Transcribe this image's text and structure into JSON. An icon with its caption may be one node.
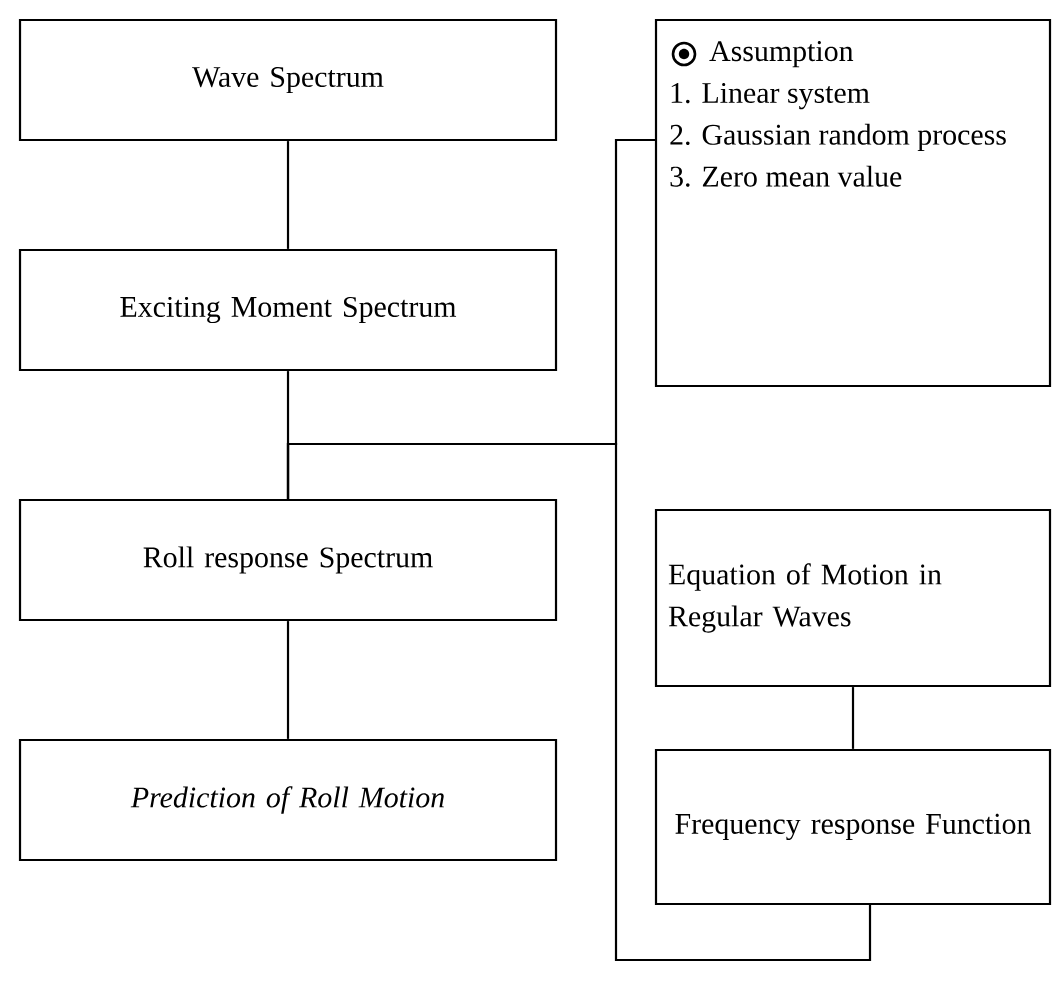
{
  "diagram": {
    "nodes": [
      {
        "text": [
          "Wave Spectrum"
        ]
      },
      {
        "text": [
          "Exciting Moment Spectrum"
        ]
      },
      {
        "text": [
          "Assumption",
          "1. Linear system",
          "2. Gaussian random process",
          "3. Zero mean value"
        ]
      },
      {
        "text": [
          "Roll response Spectrum"
        ]
      },
      {
        "text": [
          "Prediction of Roll Motion"
        ]
      },
      {
        "text": [
          "Equation of Motion in Regular Waves"
        ]
      },
      {
        "text": [
          "Frequency response Function"
        ]
      }
    ],
    "edges": [
      {
        "from": 0,
        "to": 1,
        "arrow": "none"
      },
      {
        "from": 1,
        "to": 3,
        "arrow": "none"
      },
      {
        "from": 2,
        "to": 3,
        "arrow": "none"
      },
      {
        "from": 3,
        "to": 4,
        "arrow": "none"
      },
      {
        "from": 5,
        "to": 6,
        "arrow": "none"
      },
      {
        "from": 6,
        "to": 3,
        "arrow": "none"
      }
    ]
  }
}
